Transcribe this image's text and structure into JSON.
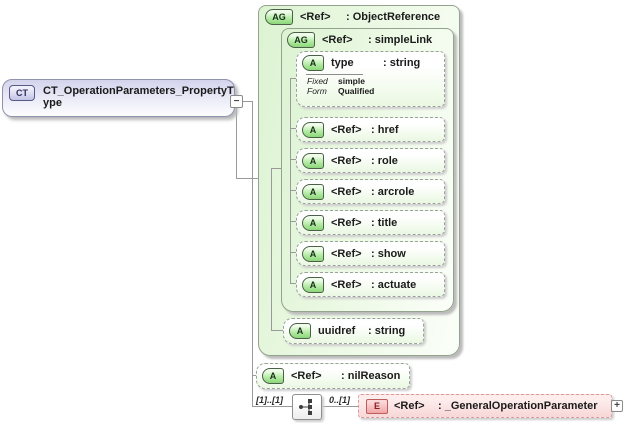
{
  "complexType": {
    "badge": "CT",
    "title": "CT_OperationParameters_PropertyType"
  },
  "groups": {
    "objectReference": {
      "badge": "AG",
      "name": "<Ref>",
      "type": ": ObjectReference"
    },
    "simpleLink": {
      "badge": "AG",
      "name": "<Ref>",
      "type": ": simpleLink"
    }
  },
  "typeAttr": {
    "badge": "A",
    "name": "type",
    "type": ": string",
    "facets": [
      {
        "label": "Fixed",
        "value": "simple"
      },
      {
        "label": "Form",
        "value": "Qualified"
      }
    ]
  },
  "refAttrs": [
    {
      "badge": "A",
      "name": "<Ref>",
      "type": ": href"
    },
    {
      "badge": "A",
      "name": "<Ref>",
      "type": ": role"
    },
    {
      "badge": "A",
      "name": "<Ref>",
      "type": ": arcrole"
    },
    {
      "badge": "A",
      "name": "<Ref>",
      "type": ": title"
    },
    {
      "badge": "A",
      "name": "<Ref>",
      "type": ": show"
    },
    {
      "badge": "A",
      "name": "<Ref>",
      "type": ": actuate"
    }
  ],
  "uuidrefAttr": {
    "badge": "A",
    "name": "uuidref",
    "type": ": string"
  },
  "nilReasonAttr": {
    "badge": "A",
    "name": "<Ref>",
    "type": ": nilReason"
  },
  "element": {
    "badge": "E",
    "name": "<Ref>",
    "type": ": _GeneralOperationParameter"
  },
  "cardinality": {
    "parent": "[1]..[1]",
    "child": "0..[1]"
  },
  "icons": {
    "collapse_glyph": "−",
    "expand_glyph": "+"
  },
  "colors": {
    "group_fill": "#dcf3d2",
    "group_border": "#93a38d",
    "attr_fill": "#eaf8e2",
    "badge_green": "#8ad779",
    "complextype_fill": "#d3d3ec",
    "element_fill": "#f8d7d7",
    "element_border": "#d89a9a",
    "line": "#9a9a9a"
  }
}
